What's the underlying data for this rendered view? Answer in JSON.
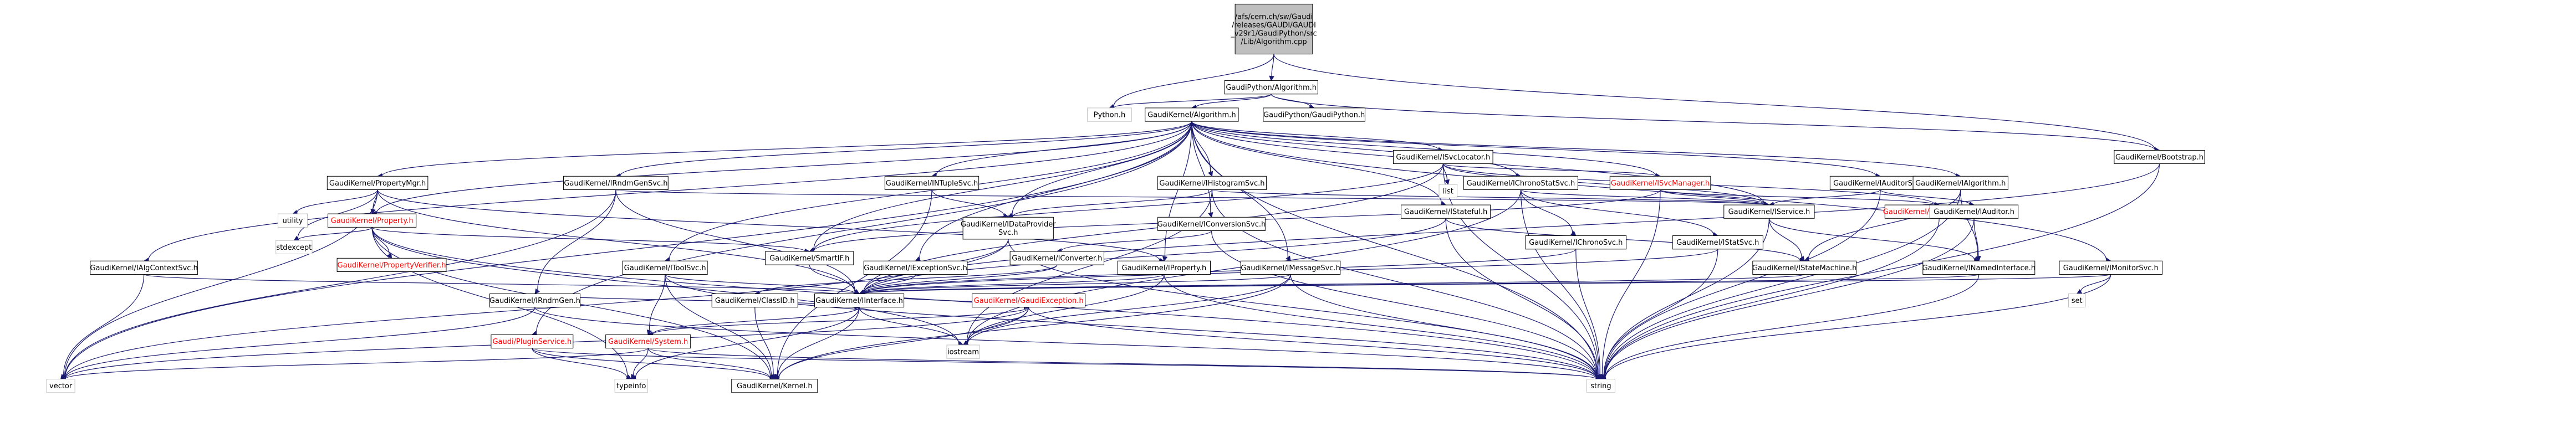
{
  "title": "Include dependency graph",
  "colors": {
    "edge": "#191970",
    "root_fill": "#bfbfbf",
    "red_text": "#ff0000",
    "missing_border": "#bfbfbf"
  },
  "nodes": [
    {
      "id": "root",
      "lines": [
        "/afs/cern.ch/sw/Gaudi",
        "/releases/GAUDI/GAUDI",
        "_v29r1/GaudiPython/src",
        "/Lib/Algorithm.cpp"
      ],
      "style": "root"
    },
    {
      "id": "gp_algorithm_h",
      "lines": [
        "GaudiPython/Algorithm.h"
      ],
      "style": "normal"
    },
    {
      "id": "python_h",
      "lines": [
        "Python.h"
      ],
      "style": "missing"
    },
    {
      "id": "gk_algorithm_h",
      "lines": [
        "GaudiKernel/Algorithm.h"
      ],
      "style": "normal"
    },
    {
      "id": "gp_gaudipython_h",
      "lines": [
        "GaudiPython/GaudiPython.h"
      ],
      "style": "normal"
    },
    {
      "id": "gk_bootstrap_h",
      "lines": [
        "GaudiKernel/Bootstrap.h"
      ],
      "style": "normal"
    },
    {
      "id": "gk_propertymgr_h",
      "lines": [
        "GaudiKernel/PropertyMgr.h"
      ],
      "style": "normal"
    },
    {
      "id": "gk_irndmgensvc_h",
      "lines": [
        "GaudiKernel/IRndmGenSvc.h"
      ],
      "style": "normal"
    },
    {
      "id": "gk_intuplesvc_h",
      "lines": [
        "GaudiKernel/INTupleSvc.h"
      ],
      "style": "normal"
    },
    {
      "id": "gk_ihistogramsvc_h",
      "lines": [
        "GaudiKernel/IHistogramSvc.h"
      ],
      "style": "normal"
    },
    {
      "id": "gk_isvclocator_h",
      "lines": [
        "GaudiKernel/ISvcLocator.h"
      ],
      "style": "normal"
    },
    {
      "id": "gk_ichronostatsvc_h",
      "lines": [
        "GaudiKernel/IChronoStatSvc.h"
      ],
      "style": "normal"
    },
    {
      "id": "gk_isvcmanager_h",
      "lines": [
        "GaudiKernel/ISvcManager.h"
      ],
      "style": "red"
    },
    {
      "id": "gk_iauditorsvc_h",
      "lines": [
        "GaudiKernel/IAuditorSvc.h"
      ],
      "style": "normal"
    },
    {
      "id": "utility",
      "lines": [
        "utility"
      ],
      "style": "missing"
    },
    {
      "id": "stdexcept",
      "lines": [
        "stdexcept"
      ],
      "style": "missing"
    },
    {
      "id": "gk_property_h",
      "lines": [
        "GaudiKernel/Property.h"
      ],
      "style": "red"
    },
    {
      "id": "gk_propertyverifier_h",
      "lines": [
        "GaudiKernel/PropertyVerifier.h"
      ],
      "style": "red"
    },
    {
      "id": "gk_iagcontextsvc_h",
      "lines": [
        "GaudiKernel/IAlgContextSvc.h"
      ],
      "style": "normal"
    },
    {
      "id": "gk_irndmgen_h",
      "lines": [
        "GaudiKernel/IRndmGen.h"
      ],
      "style": "normal"
    },
    {
      "id": "gk_itoolsvc_h",
      "lines": [
        "GaudiKernel/IToolSvc.h"
      ],
      "style": "normal"
    },
    {
      "id": "gk_idataprovidersvc_h",
      "lines": [
        "GaudiKernel/IDataProvider",
        "Svc.h"
      ],
      "style": "normal"
    },
    {
      "id": "gk_iconversionsvc_h",
      "lines": [
        "GaudiKernel/IConversionSvc.h"
      ],
      "style": "normal"
    },
    {
      "id": "gk_iexceptionsvc_h",
      "lines": [
        "GaudiKernel/IExceptionSvc.h"
      ],
      "style": "normal"
    },
    {
      "id": "gk_iproperty_h",
      "lines": [
        "GaudiKernel/IProperty.h"
      ],
      "style": "normal"
    },
    {
      "id": "gk_imessagesvc_h",
      "lines": [
        "GaudiKernel/IMessageSvc.h"
      ],
      "style": "normal"
    },
    {
      "id": "gk_istatefull_h",
      "lines": [
        "GaudiKernel/IStateful.h"
      ],
      "style": "normal"
    },
    {
      "id": "gk_ichronosvc_h",
      "lines": [
        "GaudiKernel/IChronoSvc.h"
      ],
      "style": "normal"
    },
    {
      "id": "gk_istatsvc_h",
      "lines": [
        "GaudiKernel/IStatSvc.h"
      ],
      "style": "normal"
    },
    {
      "id": "gk_iservice_h",
      "lines": [
        "GaudiKernel/IService.h"
      ],
      "style": "normal"
    },
    {
      "id": "gk_typenamestring_h",
      "lines": [
        "GaudiKernel/TypeNameString.h"
      ],
      "style": "red"
    },
    {
      "id": "gk_ialgorithm_h",
      "lines": [
        "GaudiKernel/IAlgorithm.h"
      ],
      "style": "normal"
    },
    {
      "id": "gk_iauditor_h",
      "lines": [
        "GaudiKernel/IAuditor.h"
      ],
      "style": "normal"
    },
    {
      "id": "list",
      "lines": [
        "list"
      ],
      "style": "missing"
    },
    {
      "id": "gk_imonitorsvc_h",
      "lines": [
        "GaudiKernel/IMonitorSvc.h"
      ],
      "style": "normal"
    },
    {
      "id": "set",
      "lines": [
        "set"
      ],
      "style": "missing"
    },
    {
      "id": "gk_smartif_h",
      "lines": [
        "GaudiKernel/SmartIF.h"
      ],
      "style": "normal"
    },
    {
      "id": "gk_iconverter_h",
      "lines": [
        "GaudiKernel/IConverter.h"
      ],
      "style": "normal"
    },
    {
      "id": "gk_classid_h",
      "lines": [
        "GaudiKernel/ClassID.h"
      ],
      "style": "normal"
    },
    {
      "id": "gk_iinterface_h",
      "lines": [
        "GaudiKernel/IInterface.h"
      ],
      "style": "normal"
    },
    {
      "id": "gk_gaudiexception_h",
      "lines": [
        "GaudiKernel/GaudiException.h"
      ],
      "style": "red"
    },
    {
      "id": "gk_istatemachine_h",
      "lines": [
        "GaudiKernel/IStateMachine.h"
      ],
      "style": "normal"
    },
    {
      "id": "gk_inamedinterface_h",
      "lines": [
        "GaudiKernel/INamedInterface.h"
      ],
      "style": "normal"
    },
    {
      "id": "gaudi_pluginservice_h",
      "lines": [
        "Gaudi/PluginService.h"
      ],
      "style": "red"
    },
    {
      "id": "gk_system_h",
      "lines": [
        "GaudiKernel/System.h"
      ],
      "style": "red"
    },
    {
      "id": "iostream",
      "lines": [
        "iostream"
      ],
      "style": "missing"
    },
    {
      "id": "vector",
      "lines": [
        "vector"
      ],
      "style": "missing"
    },
    {
      "id": "typeinfo",
      "lines": [
        "typeinfo"
      ],
      "style": "missing"
    },
    {
      "id": "gk_kernel_h",
      "lines": [
        "GaudiKernel/Kernel.h"
      ],
      "style": "normal"
    },
    {
      "id": "string",
      "lines": [
        "string"
      ],
      "style": "missing"
    }
  ]
}
